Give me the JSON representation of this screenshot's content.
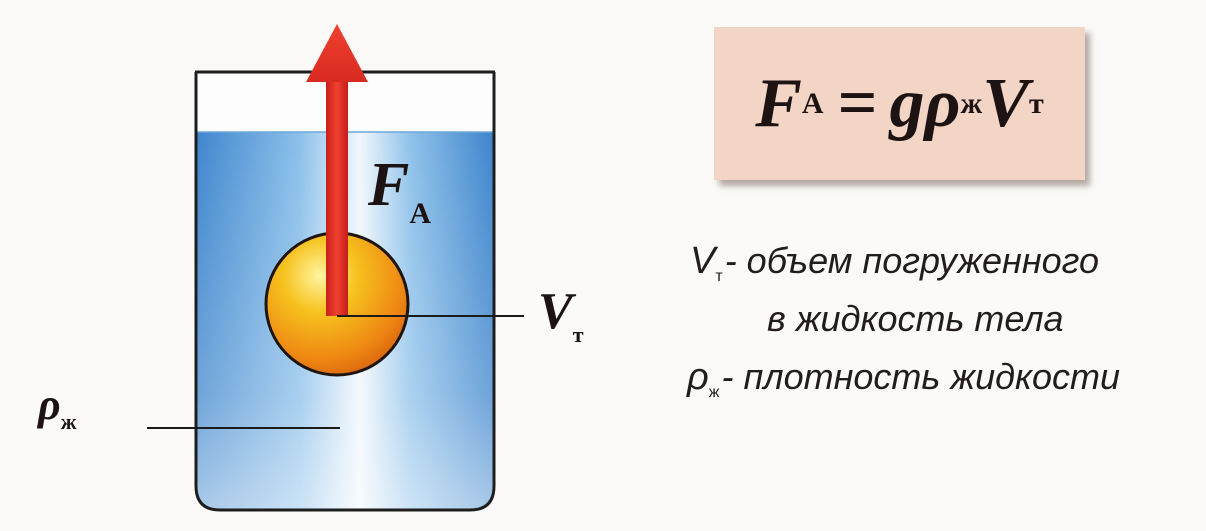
{
  "formula": {
    "lhs": "F",
    "lhs_sub": "А",
    "equals": "=",
    "g": "g",
    "rho": "ρ",
    "rho_sub": "ж",
    "v": "V",
    "v_sub": "т"
  },
  "labels": {
    "force": {
      "symbol": "F",
      "sub": "А"
    },
    "volume": {
      "symbol": "V",
      "sub": "т"
    },
    "density": {
      "symbol": "ρ",
      "sub": "ж"
    }
  },
  "legend": {
    "line1": {
      "symbol": "V",
      "sub": "т",
      "text": "- объем погруженного"
    },
    "line2": {
      "text": "в жидкость тела"
    },
    "line3": {
      "symbol": "ρ",
      "sub": "ж",
      "text": "- плотность жидкости"
    }
  },
  "colors": {
    "water": "#5aa2dc",
    "arrow": "#e8342a",
    "ball": "#f4a516",
    "formula_bg": "#f3d5c6"
  }
}
